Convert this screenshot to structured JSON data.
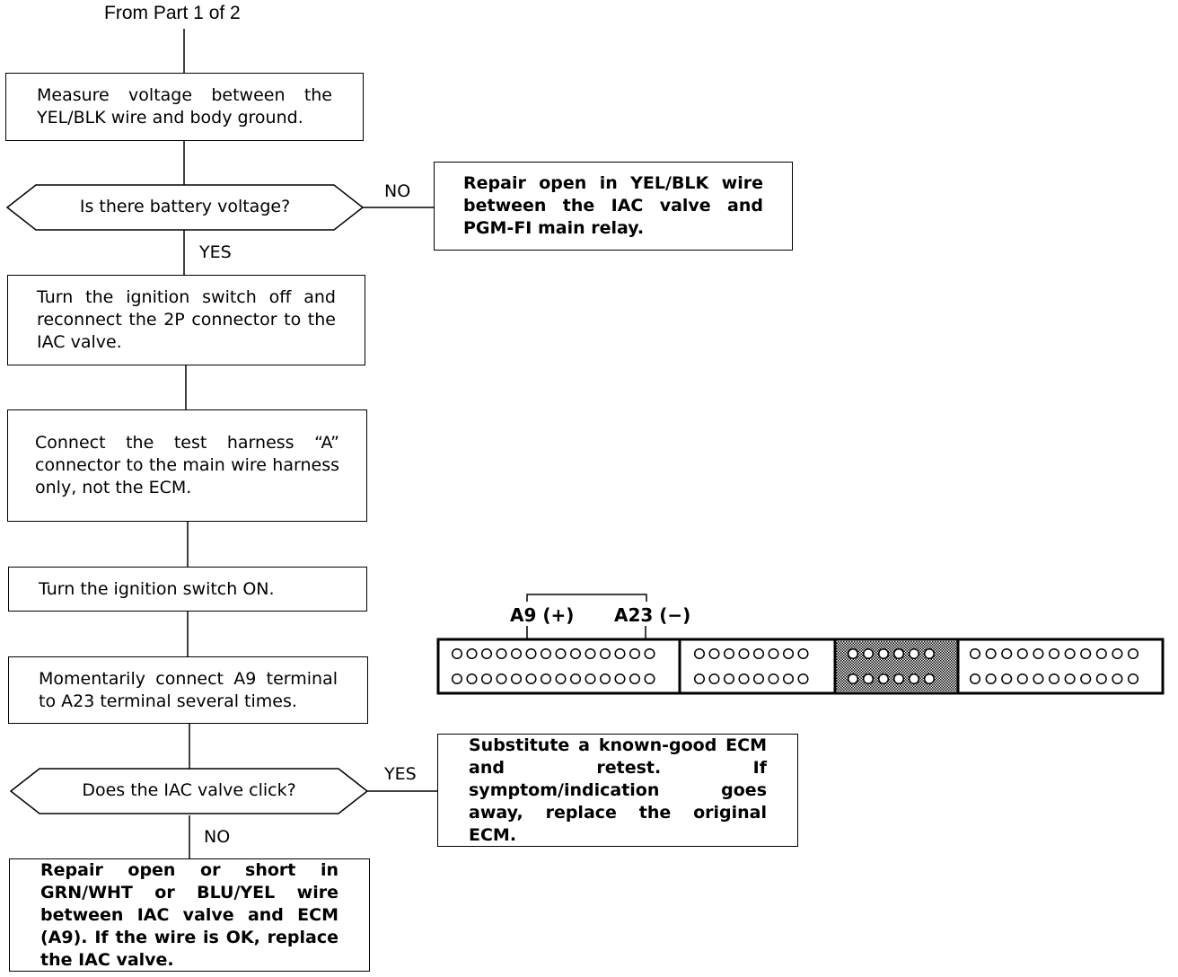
{
  "header": {
    "from_text": "From Part 1 of 2"
  },
  "steps": {
    "measure_voltage": "Measure voltage between the YEL/BLK wire and body ground.",
    "turn_off_reconnect": "Turn the ignition switch off and reconnect the 2P connector to the IAC valve.",
    "connect_harness": "Connect the test harness “A” connector to the main wire harness only, not the ECM.",
    "ignition_on": "Turn the ignition switch ON.",
    "connect_terminals": "Momentarily connect A9 terminal to A23 terminal several times."
  },
  "decisions": {
    "battery_voltage": "Is there battery voltage?",
    "iac_click": "Does the IAC valve click?"
  },
  "outcomes": {
    "repair_yel_blk": "Repair open in YEL/BLK wire between the IAC valve and PGM-FI main relay.",
    "substitute_ecm": "Substitute a known-good ECM and retest. If symptom/indication goes away, replace the original ECM.",
    "repair_grn_blu": "Repair open or short in GRN/WHT or BLU/YEL wire between IAC valve and ECM (A9). If the wire is OK, replace the IAC valve."
  },
  "branch_labels": {
    "no_1": "NO",
    "yes_1": "YES",
    "yes_2": "YES",
    "no_2": "NO"
  },
  "connector": {
    "pin_a9_label": "A9 (+)",
    "pin_a23_label": "A23 (−)"
  }
}
